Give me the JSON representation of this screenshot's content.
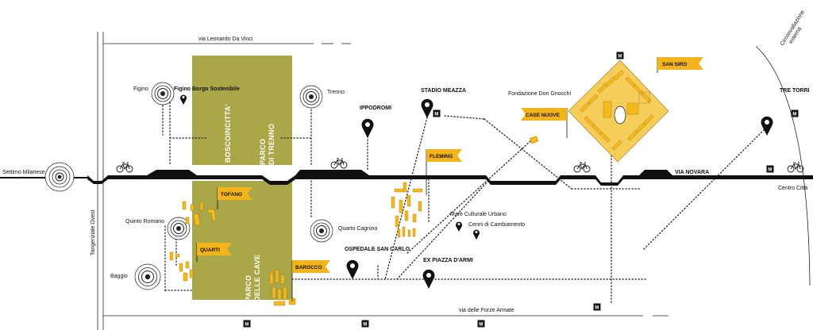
{
  "streets": {
    "top": "via Leonardo Da Vinci",
    "bottom": "via delle Forze Armate",
    "main": "VIA NOVARA",
    "ring": "Circonvallazione esterna",
    "ring_line1": "Circonvallazione",
    "ring_line2": "esterna",
    "ring_road": "Tangenziale Ovest"
  },
  "ends": {
    "west": "Settimo Milanese",
    "east": "Centro Città"
  },
  "parks": {
    "boscoincitta": "BOSCOINCITTA'",
    "trenno_line1": "PARCO",
    "trenno_line2": "DI TRENNO",
    "cave_line1": "PARCO",
    "cave_line2": "DELLE CAVE"
  },
  "districts": {
    "figino": "Figino",
    "trenno": "Trenno",
    "quinto_romano": "Quinto Romano",
    "quarto_cagnino": "Quarto Cagnino",
    "baggio": "Baggio"
  },
  "poi": {
    "figino_borgo": "Figino Borgo Sostenibile",
    "ippodromi": "IPPODROMI",
    "stadio": "STADIO MEAZZA",
    "don_gnocchi": "Fondazione Don Gnocchi",
    "tre_torri": "TRE TORRI",
    "mare_culturale": "Mare Culturale Urbano",
    "cenni": "Cenni di Cambiamento",
    "ospedale": "OSPEDALE SAN CARLO",
    "piazza_armi": "EX PIAZZA D'ARMI"
  },
  "flags": {
    "san_siro": "SAN SIRO",
    "case_nuove": "CASE NUOVE",
    "fleming": "FLEMING",
    "tofano": "TOFANO",
    "quarti": "QUARTI",
    "barocco": "BAROCCO"
  },
  "metro_label": "M",
  "colors": {
    "park": "#a9a748",
    "building": "#f3ba1e",
    "flag": "#f2b31b",
    "road": "#111111",
    "metro": "#111111"
  },
  "icons": [
    "bicycle-icon",
    "location-pin-icon",
    "metro-icon",
    "target-circle-icon"
  ]
}
